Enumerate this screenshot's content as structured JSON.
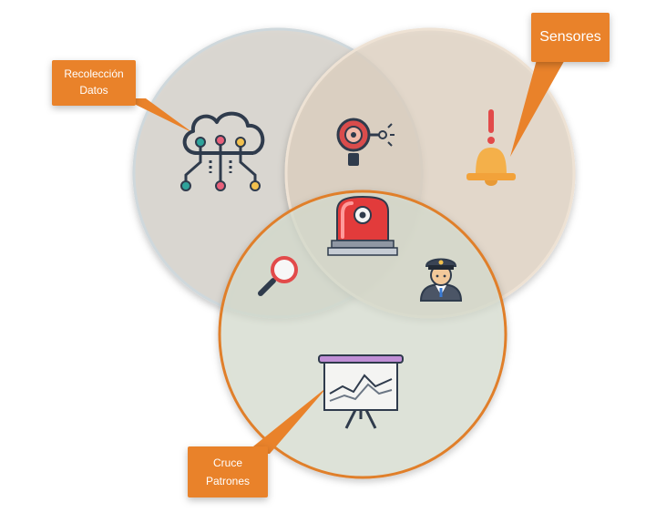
{
  "labels": {
    "data_collection": "Recolección\nDatos",
    "sensors": "Sensores",
    "pattern_crossing": "Cruce\nPatrones"
  },
  "colors": {
    "callout_orange": "#e9822a",
    "circle_left_fill": "#d7d4cc",
    "circle_left_stroke": "#cfd8dc",
    "circle_right_fill": "#e4d8c9",
    "circle_right_stroke": "#eedfcf",
    "circle_bottom_fill": "#dfe4d8",
    "circle_bottom_stroke": "#e07f2c"
  },
  "icons": [
    "cloud-network-icon",
    "fire-alarm-bell-icon",
    "alarm-bell-icon",
    "siren-light-icon",
    "magnifier-icon",
    "police-officer-icon",
    "presentation-chart-icon"
  ]
}
